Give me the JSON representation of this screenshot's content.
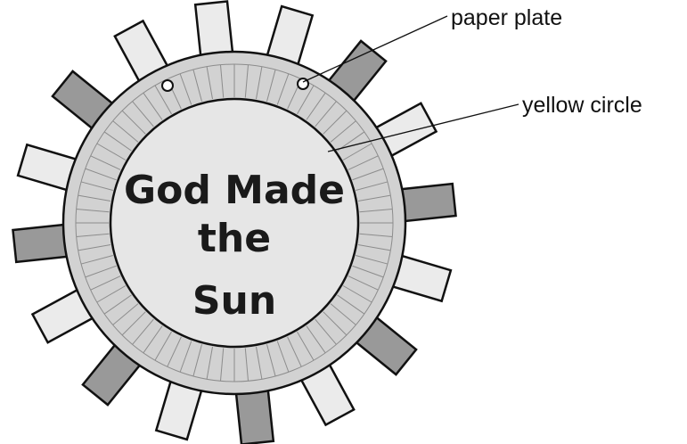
{
  "diagram": {
    "title_lines": [
      "God Made",
      "the",
      "Sun"
    ],
    "labels": {
      "paper_plate": "paper plate",
      "yellow_circle": "yellow circle"
    },
    "rays": {
      "count": 16,
      "pattern": [
        "light",
        "light",
        "dark",
        "light",
        "dark",
        "light",
        "dark",
        "light",
        "dark",
        "light",
        "dark",
        "light",
        "dark",
        "light",
        "dark",
        "light"
      ]
    },
    "holes": 2
  },
  "colors": {
    "plate": "#d2d2d2",
    "plate_lines": "#8c8c8c",
    "circle": "#e6e6e6",
    "ray_light": "#ebebeb",
    "ray_dark": "#999999",
    "outline": "#111111",
    "background": "#ffffff"
  }
}
